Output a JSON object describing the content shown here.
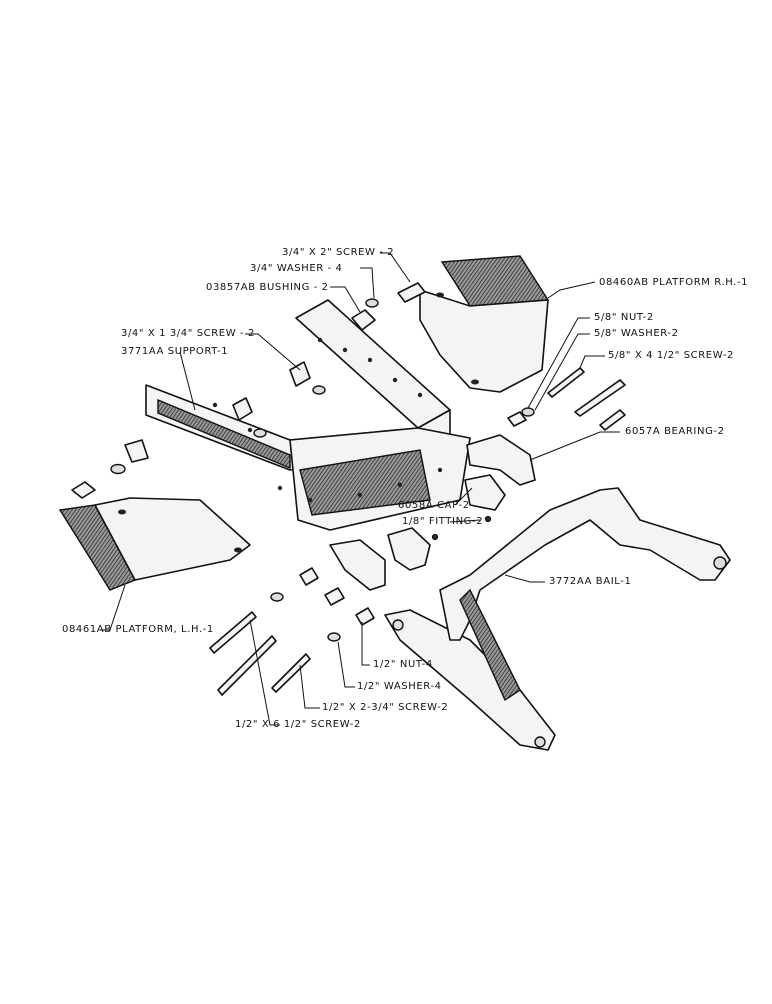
{
  "callouts": {
    "screw_3_4x2": "3/4\" X 2\" SCREW - 2",
    "washer_3_4": "3/4\" WASHER - 4",
    "bushing": "03857AB BUSHING - 2",
    "platform_rh": "08460AB PLATFORM R.H.-1",
    "nut_5_8": "5/8\" NUT-2",
    "washer_5_8": "5/8\" WASHER-2",
    "screw_5_8x4_1_2": "5/8\" X 4 1/2\" SCREW-2",
    "screw_3_4x1_3_4": "3/4\" X 1 3/4\" SCREW - 2",
    "support": "3771AA SUPPORT-1",
    "bearing": "6057A BEARING-2",
    "cap": "6058A CAP-2",
    "fitting": "1/8\" FITTING-2",
    "bail": "3772AA BAIL-1",
    "platform_lh": "08461AB PLATFORM, L.H.-1",
    "nut_1_2": "1/2\" NUT-4",
    "washer_1_2": "1/2\" WASHER-4",
    "screw_1_2x2_3_4": "1/2\" X 2-3/4\" SCREW-2",
    "screw_1_2x6_1_2": "1/2\" X 6 1/2\" SCREW-2"
  }
}
